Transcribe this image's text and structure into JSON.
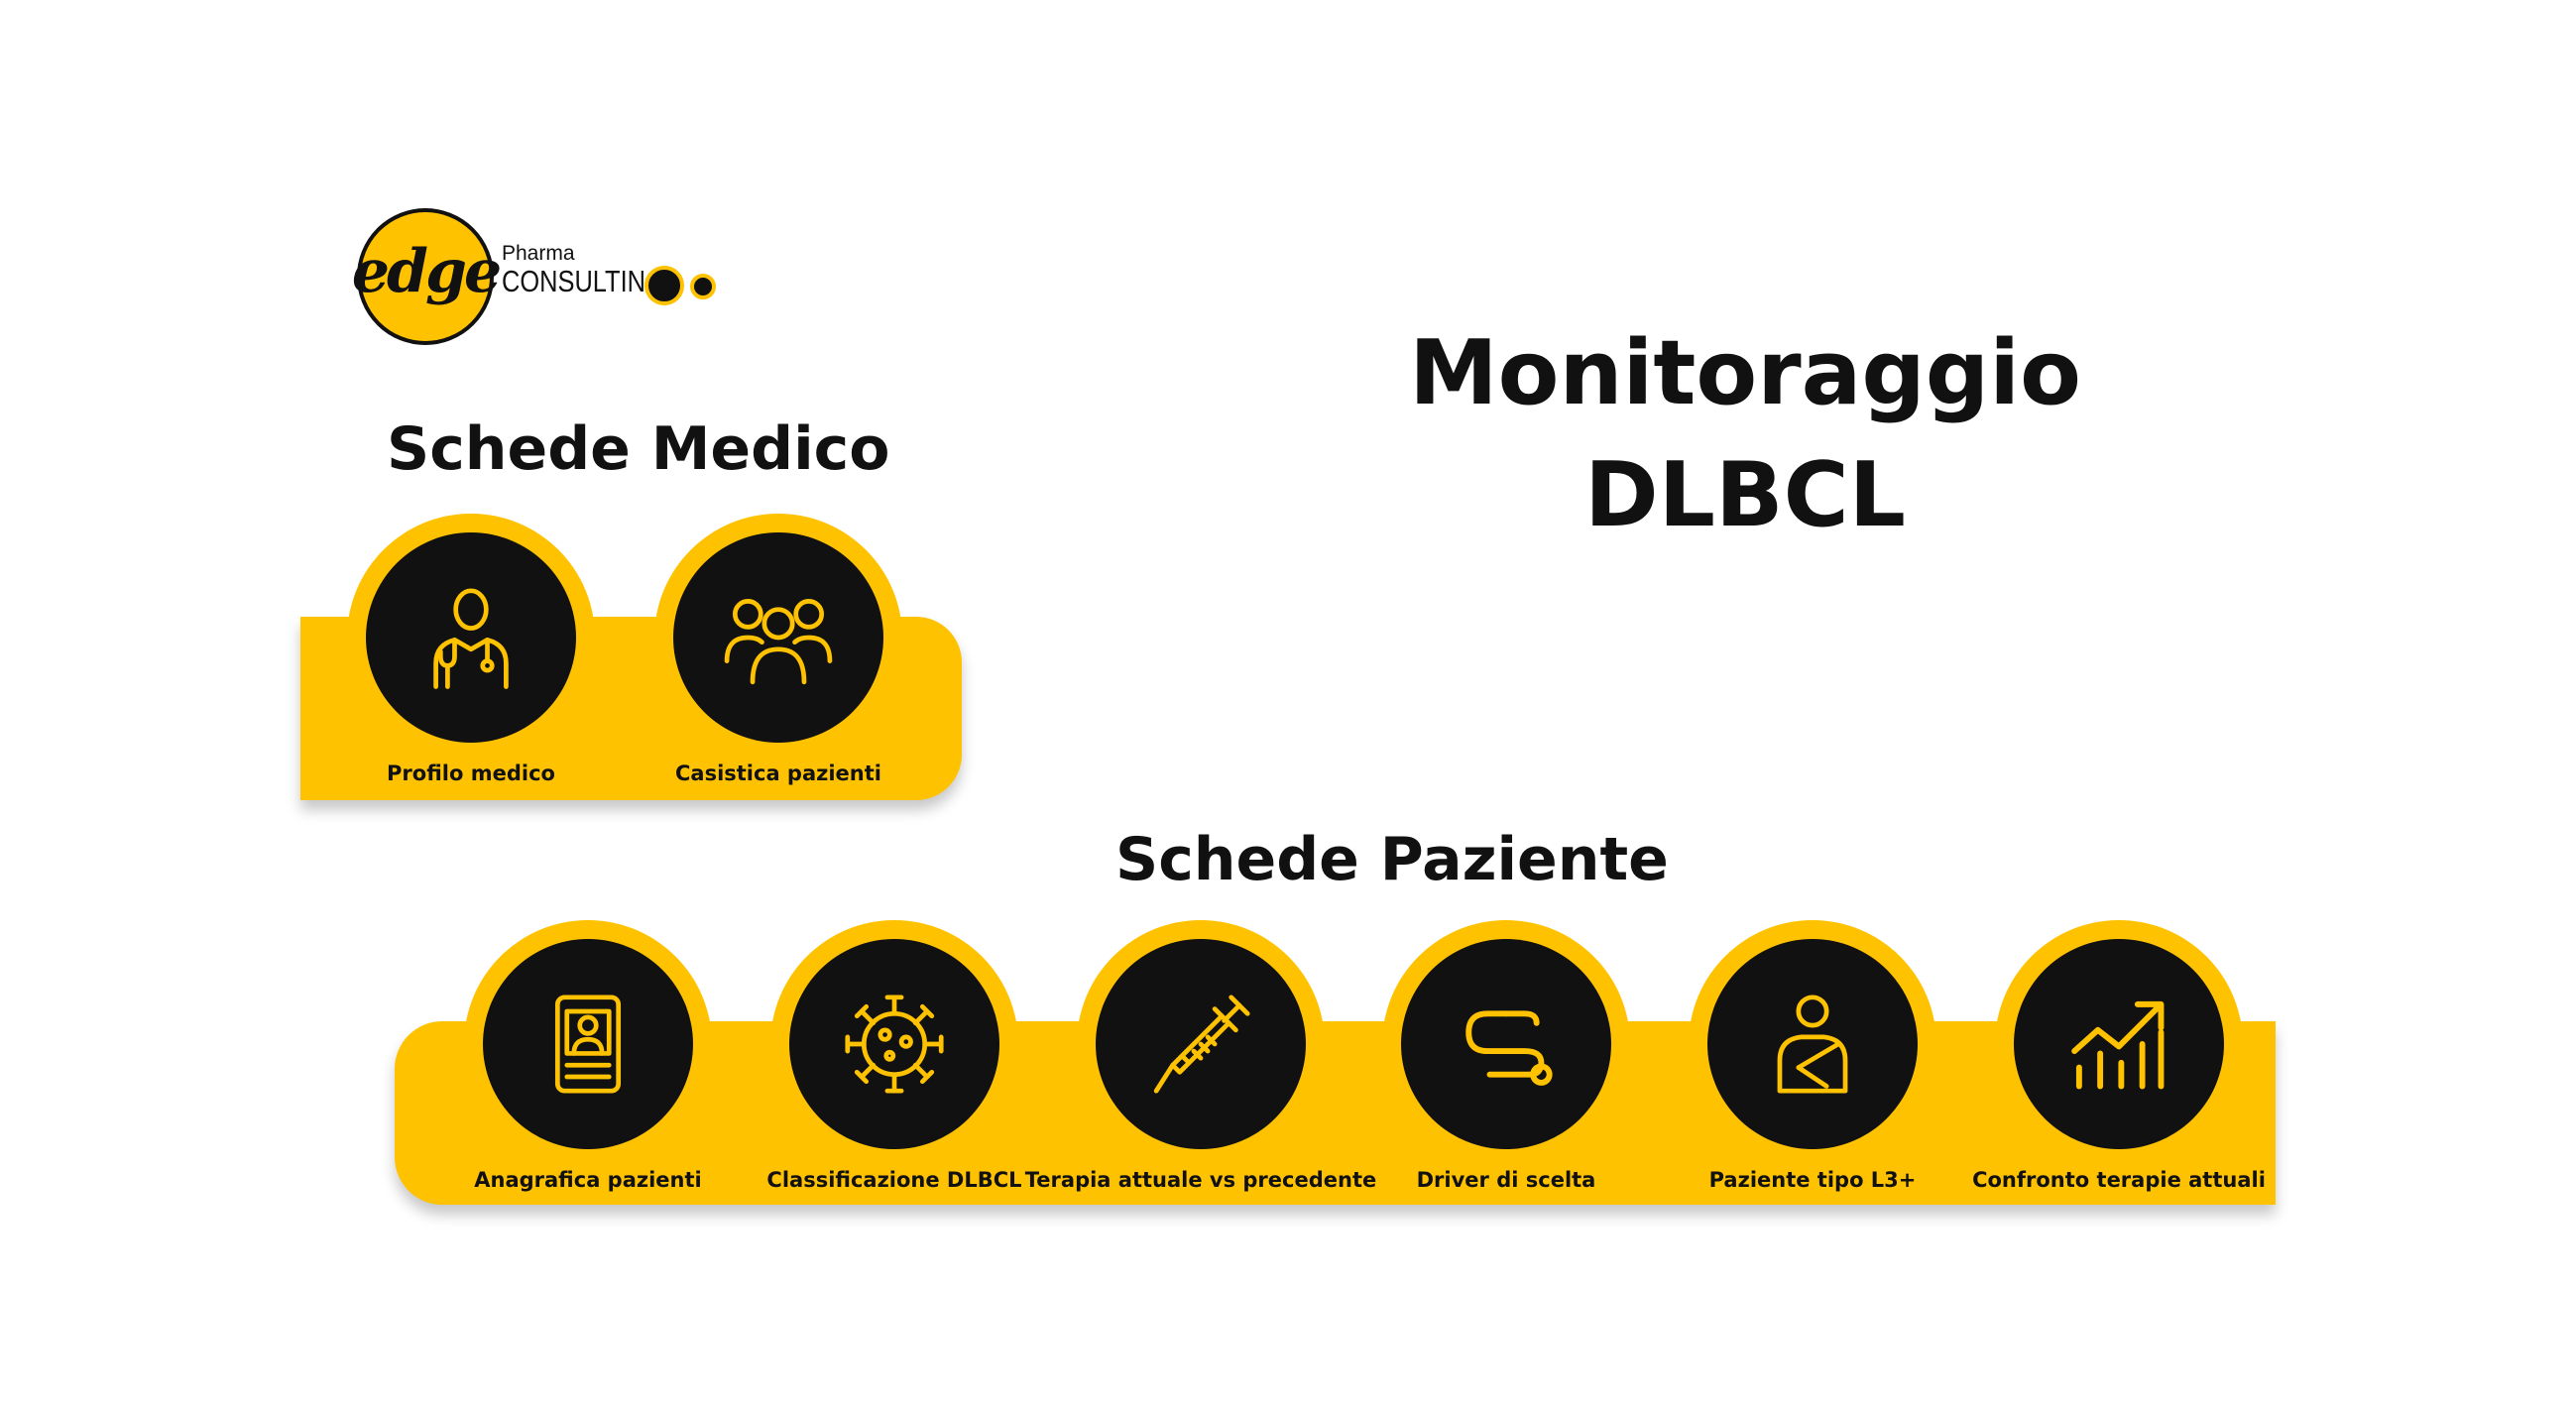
{
  "logo": {
    "edge": "edge",
    "pharma": "Pharma",
    "consulting": "CONSULTING"
  },
  "title": {
    "line1": "Monitoraggio",
    "line2": "DLBCL"
  },
  "medico": {
    "title": "Schede Medico",
    "cards": [
      {
        "label": "Profilo medico",
        "icon": "doctor-icon"
      },
      {
        "label": "Casistica pazienti",
        "icon": "group-icon"
      }
    ]
  },
  "paziente": {
    "title": "Schede Paziente",
    "cards": [
      {
        "label": "Anagrafica pazienti",
        "icon": "id-card-icon"
      },
      {
        "label": "Classificazione DLBCL",
        "icon": "virus-icon"
      },
      {
        "label": "Terapia attuale vs precedente",
        "icon": "syringe-icon"
      },
      {
        "label": "Driver di scelta",
        "icon": "path-icon"
      },
      {
        "label": "Paziente tipo L3+",
        "icon": "patient-sling-icon"
      },
      {
        "label": "Confronto terapie attuali",
        "icon": "trend-chart-icon"
      }
    ]
  },
  "colors": {
    "accent": "#FFC200",
    "dark": "#111111",
    "background": "#FFFFFF"
  }
}
